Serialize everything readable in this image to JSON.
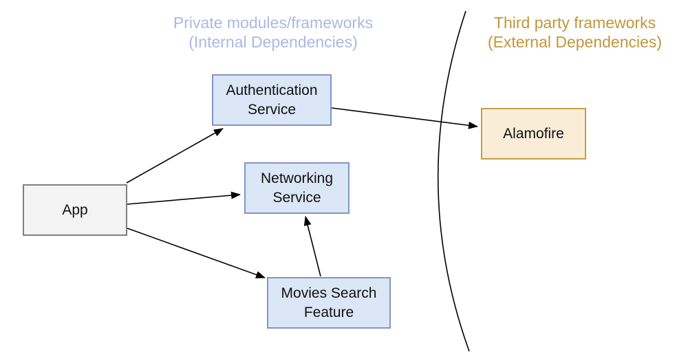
{
  "diagram": {
    "headers": {
      "internal": {
        "line1": "Private modules/frameworks",
        "line2": "(Internal Dependencies)",
        "color": "#a9b9e2"
      },
      "external": {
        "line1": "Third party frameworks",
        "line2": "(External Dependencies)",
        "color": "#c0973a"
      }
    },
    "nodes": {
      "app": {
        "label": "App",
        "fill": "#f4f4f5",
        "border": "#7f7f7f"
      },
      "authentication_service": {
        "label": "Authentication Service",
        "fill": "#dbe6f7",
        "border": "#7e97c3"
      },
      "networking_service": {
        "label": "Networking Service",
        "fill": "#dbe6f7",
        "border": "#7e97c3"
      },
      "movies_search_feature": {
        "label": "Movies Search Feature",
        "fill": "#dbe6f7",
        "border": "#7e97c3"
      },
      "alamofire": {
        "label": "Alamofire",
        "fill": "#f9edd8",
        "border": "#c89c44"
      }
    },
    "edges": [
      {
        "from": "App",
        "to": "Authentication Service"
      },
      {
        "from": "App",
        "to": "Networking Service"
      },
      {
        "from": "App",
        "to": "Movies Search Feature"
      },
      {
        "from": "Movies Search Feature",
        "to": "Networking Service"
      },
      {
        "from": "Authentication Service",
        "to": "Alamofire"
      }
    ],
    "edge_color": "#000000"
  }
}
